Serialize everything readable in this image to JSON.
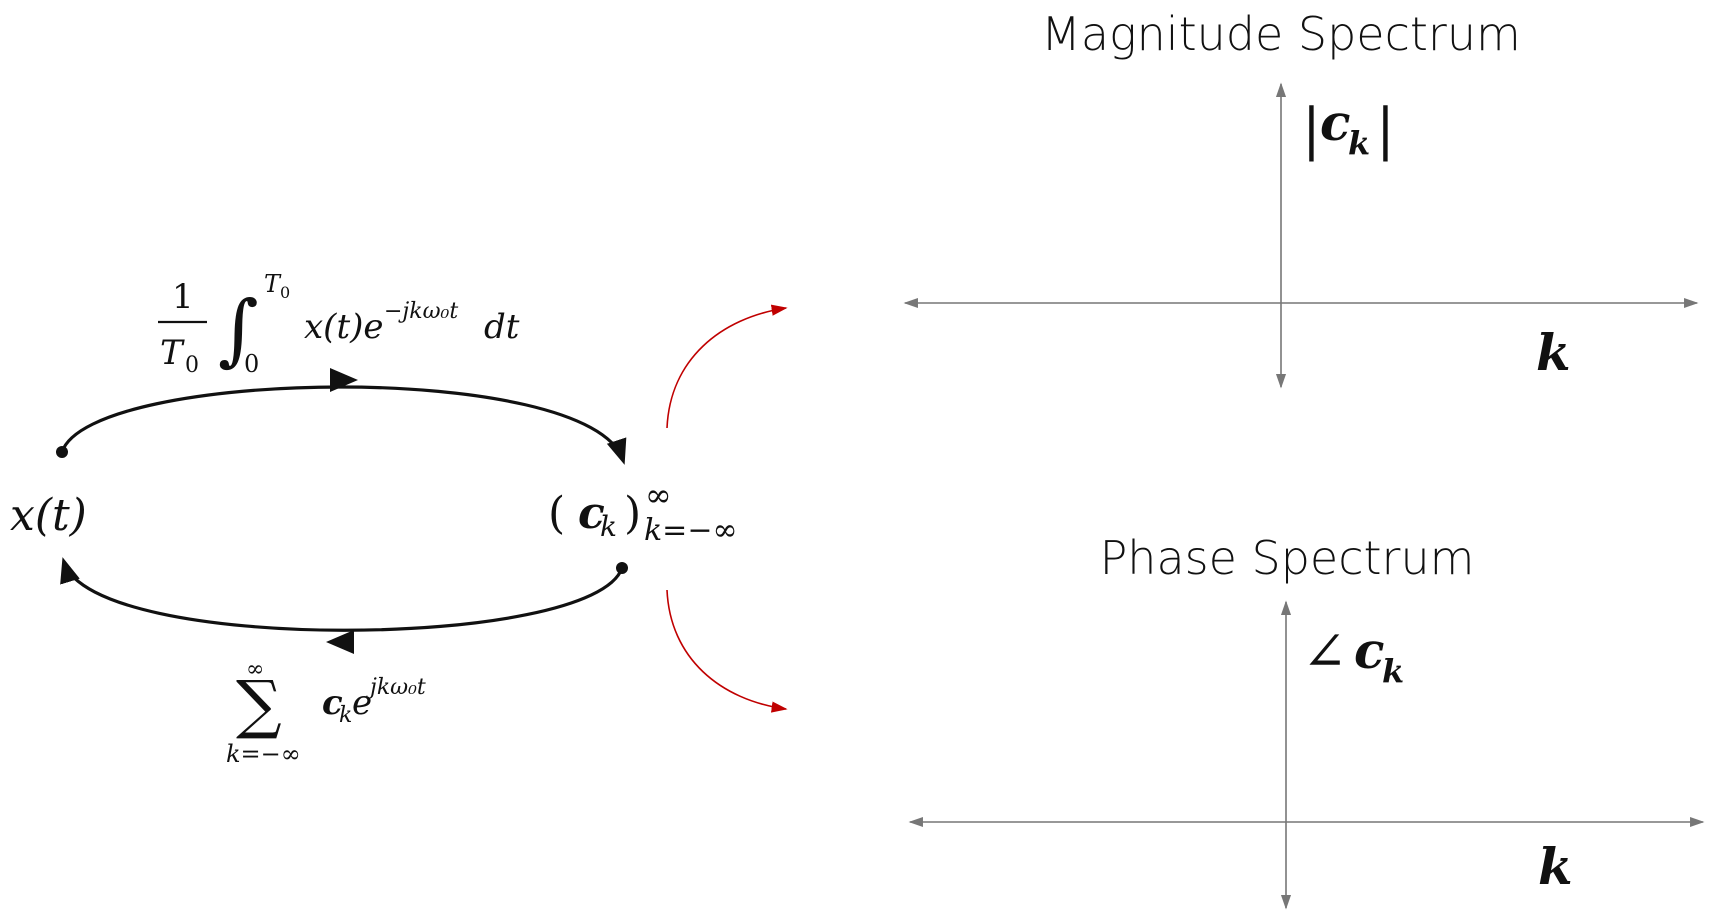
{
  "colors": {
    "ink": "#111111",
    "axis": "#777777",
    "accent": "#c00000"
  },
  "left_diagram": {
    "signal": {
      "base": "x(t)"
    },
    "coeffs": {
      "open": "(",
      "var": "c",
      "sub": "k",
      "close": ")",
      "sup": "∞",
      "range": "k=−∞"
    },
    "analysis": {
      "frac_num": "1",
      "frac_den_var": "T",
      "frac_den_sub": "0",
      "integral": "∫",
      "upper_var": "T",
      "upper_sub": "0",
      "lower": "0",
      "body": "x(t)e",
      "exp": "−jkω₀t",
      "tail": "dt"
    },
    "synthesis": {
      "sum": "∑",
      "upper": "∞",
      "lower": "k=−∞",
      "body": "c",
      "body_sub": "k",
      "e": "e",
      "exp": "jkω₀t"
    }
  },
  "magnitude_panel": {
    "title": "Magnitude Spectrum",
    "y_label": {
      "open": "|",
      "var": "c",
      "sub": "k",
      "close": "|"
    },
    "x_label": "k"
  },
  "phase_panel": {
    "title": "Phase Spectrum",
    "y_label": {
      "angle": "∠",
      "var": "c",
      "sub": "k"
    },
    "x_label": "k"
  }
}
